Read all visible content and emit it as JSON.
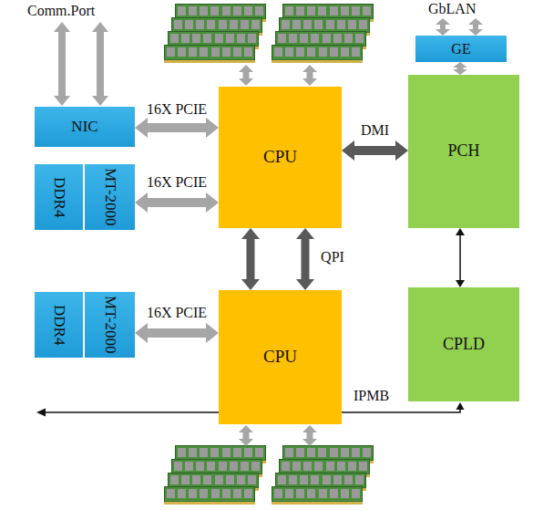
{
  "diagram": {
    "nodes": [
      {
        "text": [
          "GE"
        ]
      },
      {
        "text": [
          "NIC"
        ]
      },
      {
        "text": [
          "CPU"
        ]
      },
      {
        "text": [
          "PCH"
        ]
      },
      {
        "text": [
          "DDR4"
        ]
      },
      {
        "text": [
          "MT-2000"
        ]
      },
      {
        "text": [
          "CPLD"
        ]
      },
      {
        "text": [
          "DDR4"
        ]
      },
      {
        "text": [
          "MT-2000"
        ]
      },
      {
        "text": [
          "CPU"
        ]
      }
    ],
    "edges": [
      {
        "from": 1,
        "to": 2,
        "arrow": "both",
        "label": "16X PCIE"
      },
      {
        "from": 5,
        "to": 2,
        "arrow": "both",
        "label": "16X PCIE"
      },
      {
        "from": 2,
        "to": 3,
        "arrow": "both",
        "label": "DMI"
      },
      {
        "from": 0,
        "to": 3,
        "arrow": "both"
      },
      {
        "from": 2,
        "to": 9,
        "arrow": "both"
      },
      {
        "from": 2,
        "to": 9,
        "arrow": "both",
        "label": "QPI"
      },
      {
        "from": 3,
        "to": 6,
        "arrow": "both"
      },
      {
        "from": 8,
        "to": 9,
        "arrow": "both",
        "label": "16X PCIE"
      }
    ],
    "labels": [
      "Comm.Port",
      "GbLAN",
      "IPMB"
    ]
  }
}
